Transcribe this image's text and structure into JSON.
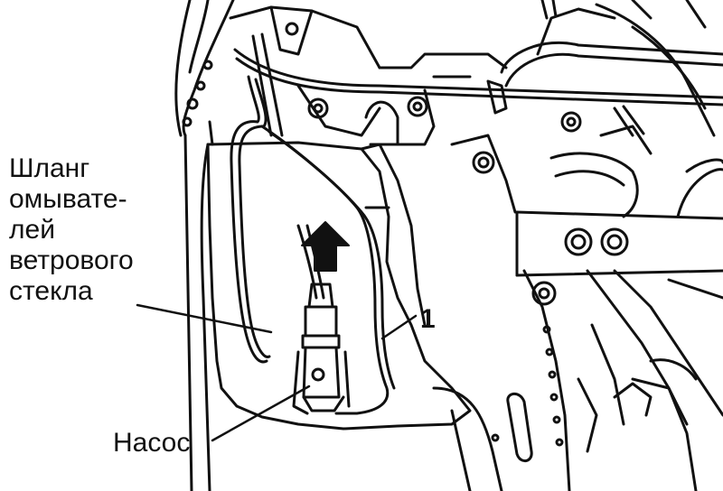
{
  "labels": {
    "hose_lines": [
      "Шланг",
      "омывате-",
      "лей",
      "ветрового",
      "стекла"
    ],
    "pump": "Насос",
    "callout_number": "1"
  },
  "colors": {
    "line": "#111111",
    "background": "#ffffff"
  }
}
